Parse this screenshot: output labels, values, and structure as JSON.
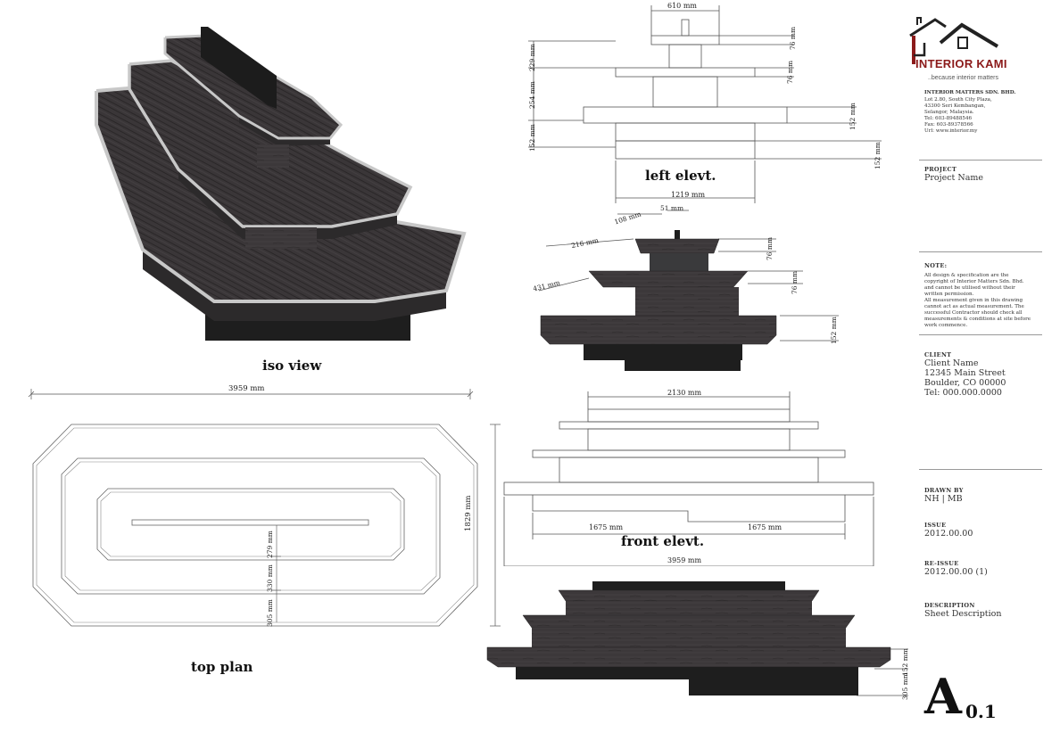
{
  "views": {
    "iso_label": "iso view",
    "plan_label": "top plan",
    "left_label": "left elevt.",
    "front_label": "front elevt."
  },
  "dimensions": {
    "plan_width": "3959 mm",
    "plan_depth": "1829 mm",
    "plan_d1": "279 mm",
    "plan_d2": "330 mm",
    "plan_d3": "305 mm",
    "left_top_width": "610 mm",
    "left_h1": "229 mm",
    "left_h2": "254 mm",
    "left_h3": "152 mm",
    "left_t1": "76 mm",
    "left_t2": "76 mm",
    "left_t3": "152 mm",
    "left_t4": "152 mm",
    "left_base_width": "1219 mm",
    "mid_a": "108 mm",
    "mid_b": "51 mm",
    "mid_c": "216 mm",
    "mid_d": "431 mm",
    "mid_t1": "76 mm",
    "mid_t2": "76 mm",
    "mid_t3": "152 mm",
    "front_top": "2130 mm",
    "front_half_left": "1675 mm",
    "front_half_right": "1675 mm",
    "front_total": "3959 mm",
    "bottom_t1": "152 mm",
    "bottom_t2": "305 mm"
  },
  "title_block": {
    "logo_text": "INTERIOR KAMI",
    "tagline": "..because interior matters",
    "company_lines": [
      "INTERIOR MATTERS SDN. BHD.",
      "Lot 2.80, South City Plaza,",
      "43300 Seri Kembangan,",
      "Selangor, Malaysia.",
      "Tel: 603-89488546",
      "Fax: 603-89378566",
      "Url: www.interior.my"
    ],
    "project_heading": "PROJECT",
    "project_value": "Project Name",
    "note_heading": "NOTE:",
    "note_lines": [
      "All design & specification are the",
      "copyright of Interior Matters Sdn. Bhd.",
      "and cannot be utilised without their",
      "written permission.",
      "All measurement given in this drawing",
      "cannot act as actual measurement. The",
      "successful Contractor should check all",
      "measurements & conditions at site before",
      "work commence."
    ],
    "client_heading": "CLIENT",
    "client_lines": [
      "Client Name",
      "12345 Main Street",
      "Boulder, CO 00000",
      "Tel: 000.000.0000"
    ],
    "drawn_heading": "DRAWN BY",
    "drawn_value": "NH | MB",
    "issue_heading": "ISSUE",
    "issue_value": "2012.00.00",
    "reissue_heading": "RE-ISSUE",
    "reissue_value": "2012.00.00 (1)",
    "desc_heading": "DESCRIPTION",
    "desc_value": "Sheet Description",
    "sheet_letter": "A",
    "sheet_number": "0.1"
  },
  "colors": {
    "wood_dark": "#3a3638",
    "wood_mid": "#4e4a4c",
    "trim_light": "#c8c8c8",
    "base_black": "#1e1e1e",
    "line": "#555555"
  }
}
